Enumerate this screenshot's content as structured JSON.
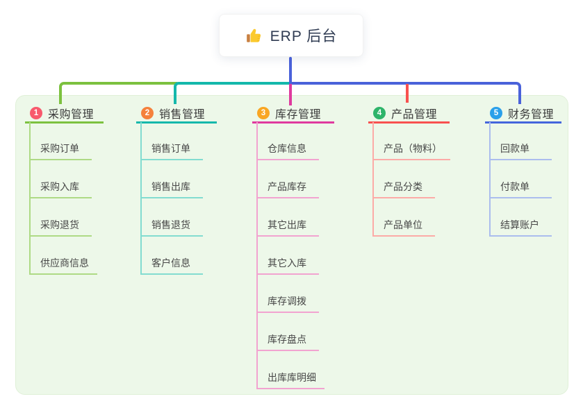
{
  "root": {
    "icon": "thumbs-up-icon",
    "title": "ERP 后台"
  },
  "colors": {
    "panel_background": "#edf8e9",
    "root_connector": "#4a62da",
    "branch_1_line": "#7cc13f",
    "branch_2_line": "#14b8ab",
    "branch_3_line": "#df3a9e",
    "branch_4_line": "#f8514f",
    "branch_5_line": "#4466dc",
    "badge_1": "#f8596c",
    "badge_2": "#f5813c",
    "badge_3": "#f9a623",
    "badge_4": "#2eb46a",
    "badge_5": "#2aa0ea"
  },
  "branches": [
    {
      "number": "1",
      "title": "采购管理",
      "children": [
        "采购订单",
        "采购入库",
        "采购退货",
        "供应商信息"
      ]
    },
    {
      "number": "2",
      "title": "销售管理",
      "children": [
        "销售订单",
        "销售出库",
        "销售退货",
        "客户信息"
      ]
    },
    {
      "number": "3",
      "title": "库存管理",
      "children": [
        "仓库信息",
        "产品库存",
        "其它出库",
        "其它入库",
        "库存调拨",
        "库存盘点",
        "出库库明细"
      ]
    },
    {
      "number": "4",
      "title": "产品管理",
      "children": [
        "产品（物料）",
        "产品分类",
        "产品单位"
      ]
    },
    {
      "number": "5",
      "title": "财务管理",
      "children": [
        "回款单",
        "付款单",
        "结算账户"
      ]
    }
  ]
}
